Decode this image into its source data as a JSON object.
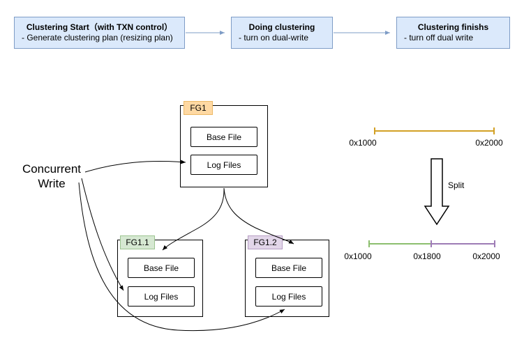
{
  "flow": {
    "steps": [
      {
        "title": "Clustering Start（with TXN control）",
        "subtitle": "- Generate clustering plan (resizing plan)"
      },
      {
        "title": "Doing clustering",
        "subtitle": "- turn on dual-write"
      },
      {
        "title": "Clustering finishs",
        "subtitle": "- turn off dual write"
      }
    ]
  },
  "filegroups": {
    "fg1": {
      "label": "FG1",
      "base_file": "Base File",
      "log_files": "Log Files"
    },
    "fg1_1": {
      "label": "FG1.1",
      "base_file": "Base File",
      "log_files": "Log Files"
    },
    "fg1_2": {
      "label": "FG1.2",
      "base_file": "Base File",
      "log_files": "Log Files"
    }
  },
  "annotations": {
    "concurrent_write_line1": "Concurrent",
    "concurrent_write_line2": "Write",
    "split_label": "Split"
  },
  "address_ranges": {
    "before": {
      "start_label": "0x1000",
      "end_label": "0x2000"
    },
    "after": {
      "start_label": "0x1000",
      "mid_label": "0x1800",
      "end_label": "0x2000"
    }
  },
  "colors": {
    "flow_box_fill": "#dbe9fb",
    "flow_box_border": "#7e9cc6",
    "flow_arrow": "#7e9cc6",
    "fg1_label_fill": "#ffd9a3",
    "fg1_label_border": "#ecb966",
    "fg1_1_label_fill": "#d6e8d2",
    "fg1_1_label_border": "#9dc491",
    "fg1_2_label_fill": "#e2d6e9",
    "fg1_2_label_border": "#b79fc4",
    "range_before": "#d2a024",
    "range_after_left": "#8cbe6e",
    "range_after_right": "#9d7bb5",
    "arrow_black": "#000000"
  }
}
